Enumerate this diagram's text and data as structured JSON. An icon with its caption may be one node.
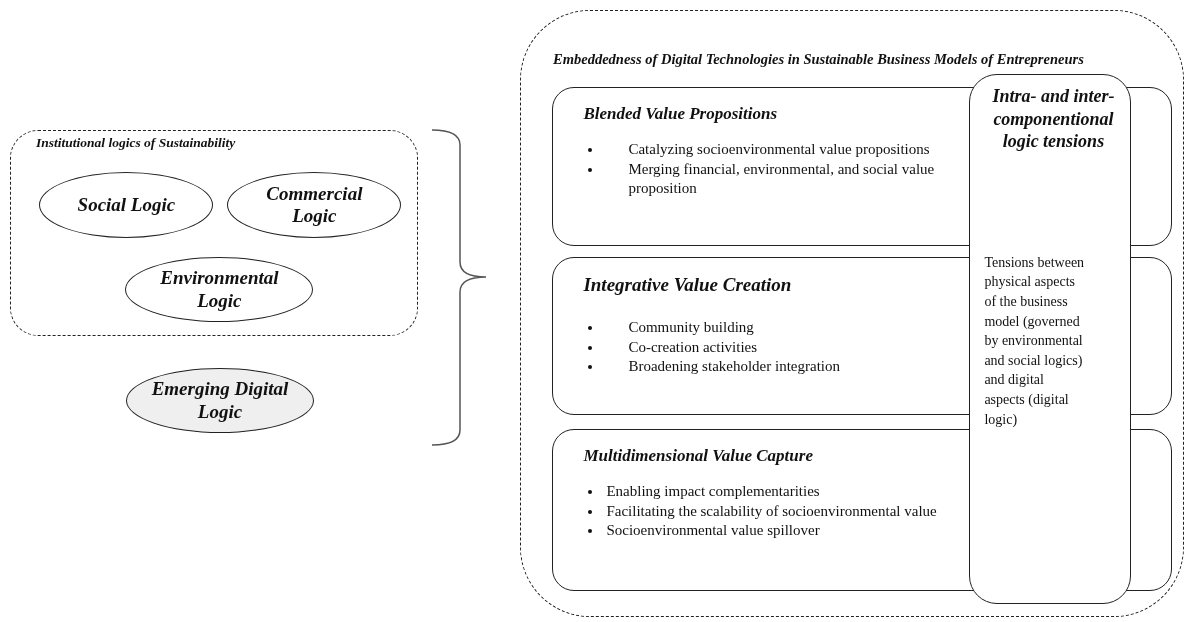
{
  "diagram": {
    "nodes": [
      {
        "text": [
          "Institutional logics of Sustainability"
        ]
      },
      {
        "text": [
          "Social Logic"
        ],
        "in": 0
      },
      {
        "text": [
          "Commercial Logic"
        ],
        "in": 0
      },
      {
        "text": [
          "Environmental Logic"
        ],
        "in": 0
      },
      {
        "text": [
          "Emerging Digital Logic"
        ]
      },
      {
        "text": [
          "Embeddedness of Digital Technologies in Sustainable Business Models of Entrepreneurs"
        ]
      },
      {
        "text": [
          "Blended Value Propositions",
          "Catalyzing socioenvironmental value propositions",
          "Merging financial, environmental, and social value proposition"
        ],
        "in": 5
      },
      {
        "text": [
          "Integrative Value Creation",
          "Community building",
          "Co-creation activities",
          "Broadening stakeholder integration"
        ],
        "in": 5
      },
      {
        "text": [
          "Multidimensional Value Capture",
          "Enabling impact complementarities",
          "Facilitating the scalability of socioenvironmental value",
          "Socioenvironmental value spillover"
        ],
        "in": 5
      },
      {
        "text": [
          "Intra- and inter-componentional logic tensions",
          "Tensions between physical aspects of the business model (governed by environmental and social logics) and digital aspects (digital logic)"
        ],
        "in": 5
      }
    ]
  }
}
